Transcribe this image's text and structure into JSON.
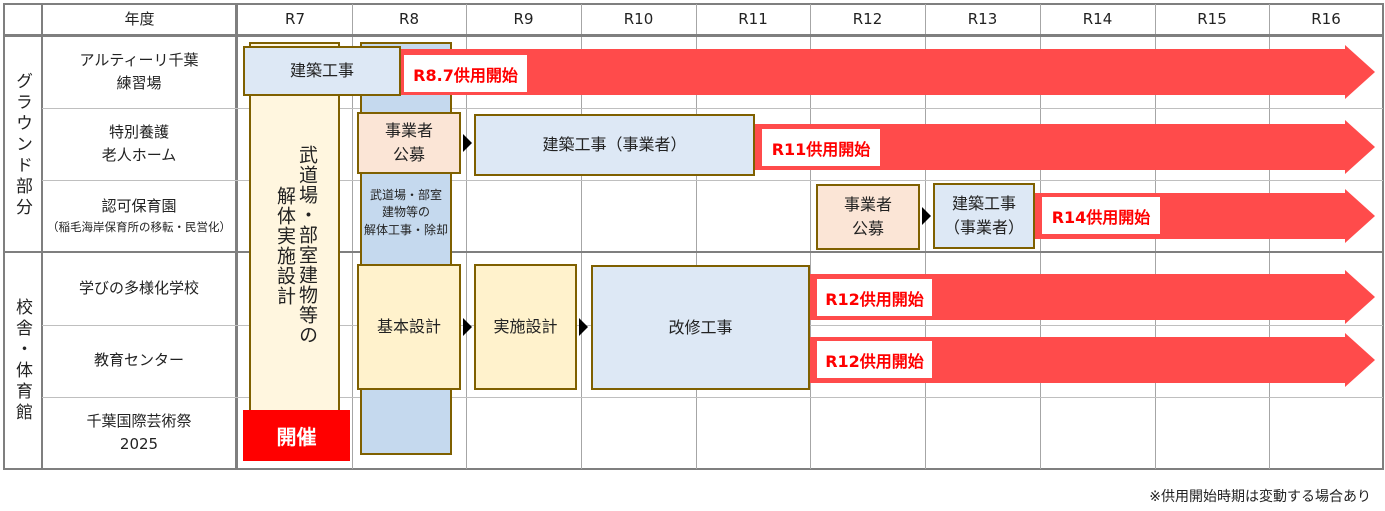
{
  "header": {
    "year_label": "年度",
    "years": [
      "R7",
      "R8",
      "R9",
      "R10",
      "R11",
      "R12",
      "R13",
      "R14",
      "R15",
      "R16"
    ]
  },
  "groups": [
    {
      "label": "グラウンド部分"
    },
    {
      "label": "校舎・体育館"
    }
  ],
  "rows": [
    {
      "name_lines": [
        "アルティーリ千葉",
        "練習場"
      ]
    },
    {
      "name_lines": [
        "特別養護",
        "老人ホーム"
      ]
    },
    {
      "name_lines": [
        "認可保育園",
        "（稲毛海岸保育所の移転・民営化）"
      ]
    },
    {
      "name_lines": [
        "学びの多様化学校"
      ]
    },
    {
      "name_lines": [
        "教育センター"
      ]
    },
    {
      "name_lines": [
        "千葉国際芸術祭",
        "2025"
      ]
    }
  ],
  "tasks": {
    "r7_design": {
      "line1": "武道場・部室建物等の",
      "line2": "解体実施設計"
    },
    "r8_demolition": {
      "line1": "武道場・部室",
      "line2": "建物等の",
      "line3": "解体工事・除却"
    },
    "altiri_construction": "建築工事",
    "nursing_recruit": {
      "line1": "事業者",
      "line2": "公募"
    },
    "nursing_construction": "建築工事（事業者）",
    "nursery_recruit": {
      "line1": "事業者",
      "line2": "公募"
    },
    "nursery_construction": {
      "line1": "建築工事",
      "line2": "（事業者）"
    },
    "basic_design": "基本設計",
    "detail_design": "実施設計",
    "renovation": "改修工事",
    "festival": "開催"
  },
  "service_start": [
    "R8.7供用開始",
    "R11供用開始",
    "R14供用開始",
    "R12供用開始",
    "R12供用開始"
  ],
  "footnote": "※供用開始時期は変動する場合あり",
  "colors": {
    "red_arrow": "#ff4b4b",
    "festival": "#ff0000",
    "blue_box": "#dde8f5",
    "yellow_box": "#fff2cc",
    "orange_box": "#fbe5d6"
  }
}
